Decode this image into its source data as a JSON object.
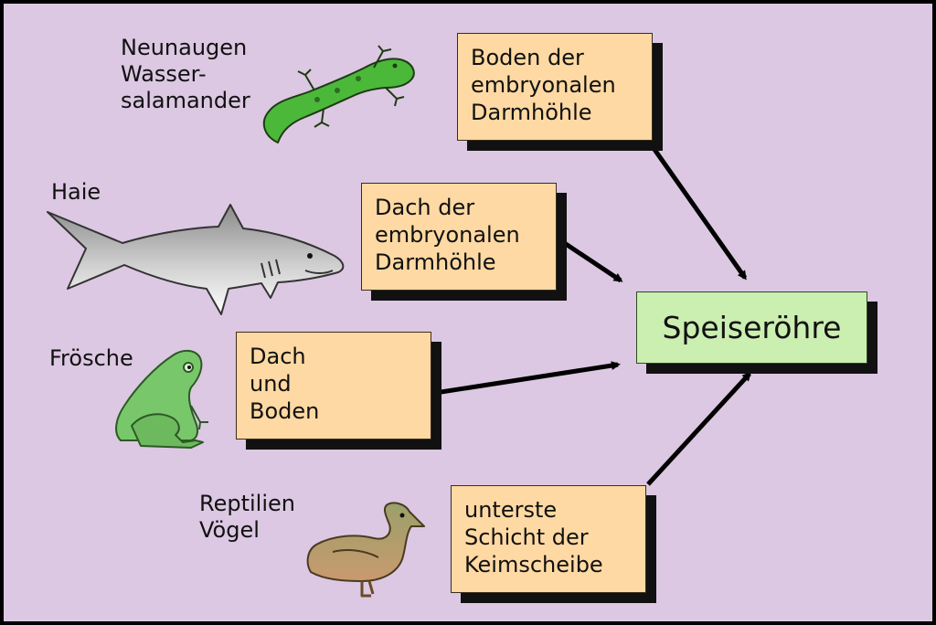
{
  "animals": {
    "lamprey_salamander": "Neunaugen\nWasser-\nsalamander",
    "sharks": "Haie",
    "frogs": "Frösche",
    "reptiles_birds": "Reptilien\nVögel"
  },
  "boxes": {
    "floor": "Boden der\nembryonalen\nDarmhöhle",
    "roof": "Dach der\nembryonalen\nDarmhöhle",
    "roof_floor": "Dach\nund\nBoden",
    "lowest_layer": "unterste\nSchicht der\nKeimscheibe"
  },
  "target": "Speiseröhre",
  "icons": [
    "salamander-icon",
    "shark-icon",
    "frog-icon",
    "duck-icon"
  ],
  "colors": {
    "background": "#dcc8e2",
    "box": "#fed9a3",
    "target": "#cbeeb1",
    "salamander": "#4bb83a",
    "frog": "#79c76b"
  }
}
